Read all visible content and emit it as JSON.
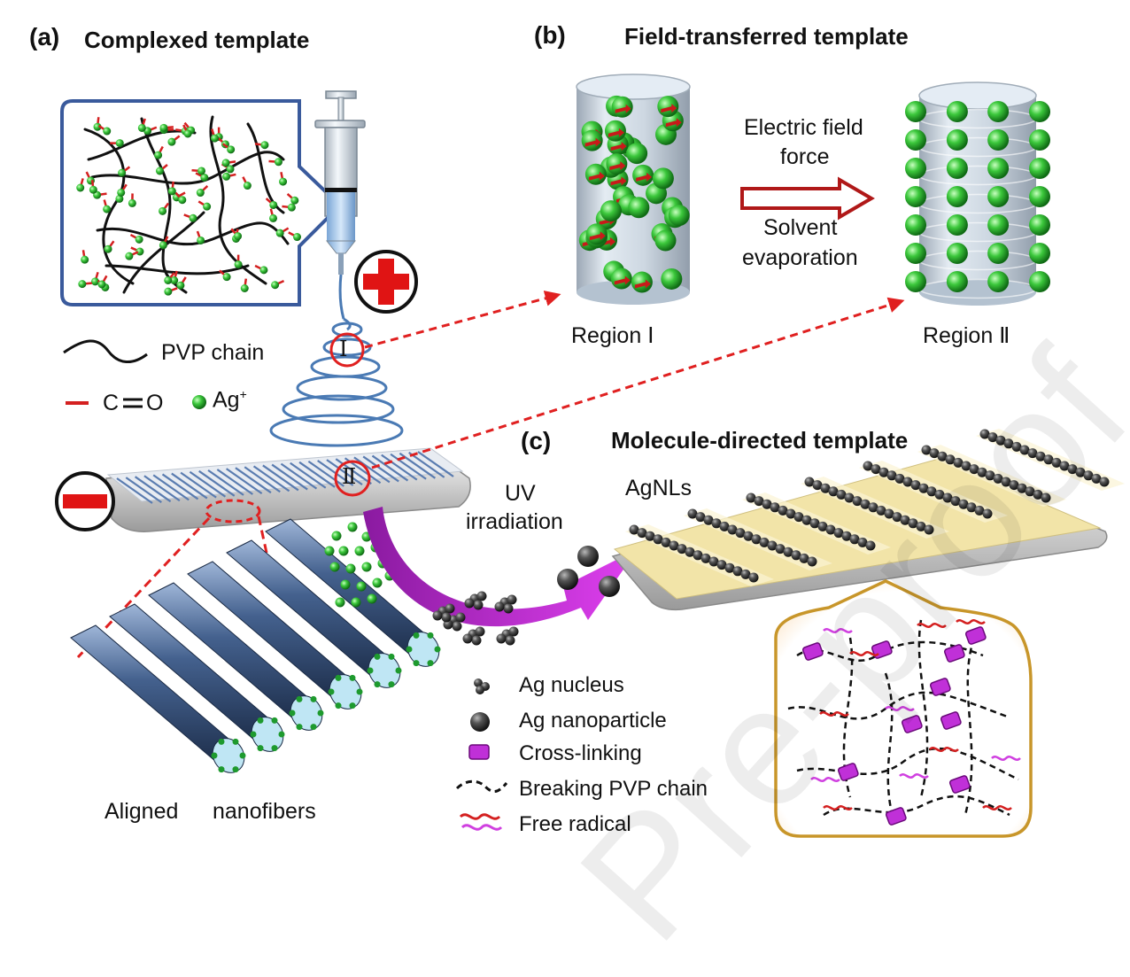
{
  "panels": {
    "a": {
      "letter": "(a)",
      "title": "Complexed template"
    },
    "b": {
      "letter": "(b)",
      "title": "Field-transferred template"
    },
    "c": {
      "letter": "(c)",
      "title": "Molecule-directed template"
    }
  },
  "legend_a": {
    "pvp_chain": "PVP  chain",
    "co_c": "C",
    "co_o": "O",
    "ag_ion": "Ag",
    "ag_ion_sup": "+"
  },
  "regions": {
    "one": "Region Ⅰ",
    "two": "Region Ⅱ",
    "mark_one": "Ⅰ",
    "mark_two": "Ⅱ"
  },
  "transfer": {
    "force_line1": "Electric field",
    "force_line2": "force",
    "solvent_line1": "Solvent",
    "solvent_line2": "evaporation"
  },
  "uv": {
    "line1": "UV",
    "line2": "irradiation"
  },
  "agnls": "AgNLs",
  "aligned": {
    "word1": "Aligned",
    "word2": "nanofibers"
  },
  "legend_c": {
    "nucleus": "Ag nucleus",
    "nanoparticle": "Ag nanoparticle",
    "crosslink": "Cross-linking",
    "breaking": "Breaking PVP chain",
    "radical": "Free radical"
  },
  "watermark": "Pre-proof",
  "colors": {
    "ag_green": "#2db52d",
    "carbonyl_red": "#d42020",
    "fiber_blue": "#3a5a8c",
    "arrow_dashed_red": "#e02020",
    "uv_magenta": "#c020d8",
    "crosslink_purple": "#b020c8",
    "substrate_yellow": "#f2e4a8",
    "box_border_blue": "#3a5a9c",
    "box_border_gold": "#c8962a",
    "arrow_darkred": "#b01818"
  }
}
